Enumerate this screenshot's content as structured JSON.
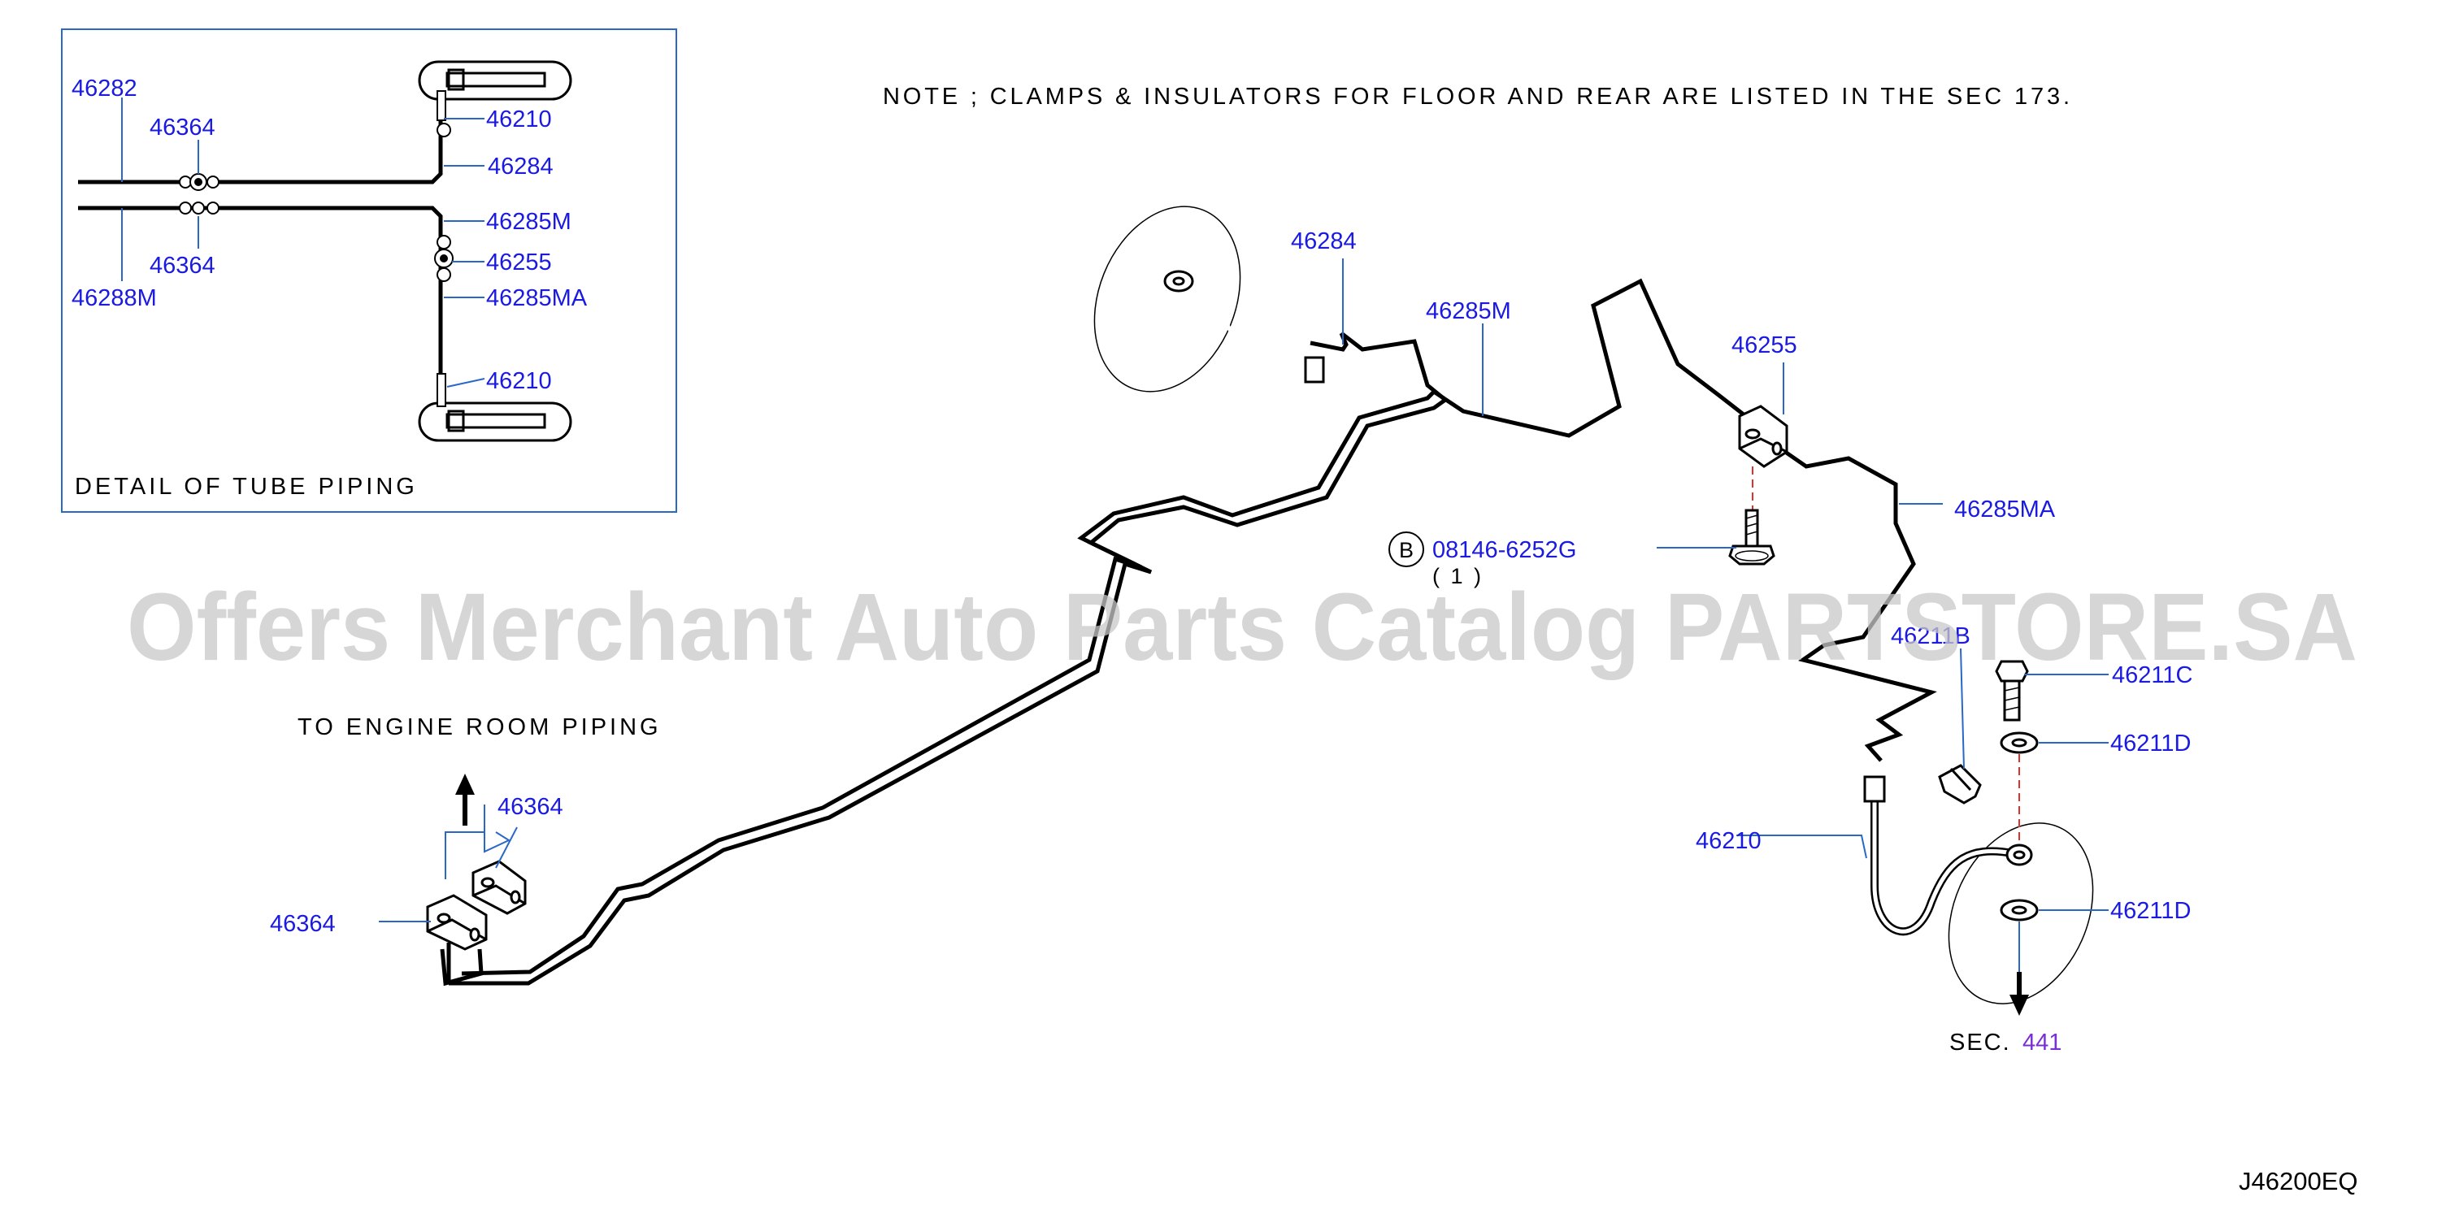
{
  "note": "NOTE ; CLAMPS & INSULATORS FOR FLOOR AND REAR ARE LISTED IN THE SEC 173.",
  "detail": {
    "caption": "DETAIL OF TUBE PIPING",
    "labels": [
      "46282",
      "46364",
      "46210",
      "46284",
      "46364",
      "46285M",
      "46255",
      "46288M",
      "46285MA",
      "46210"
    ]
  },
  "main": {
    "to_engine": "TO ENGINE ROOM PIPING",
    "labels": {
      "p46284": "46284",
      "p46285M": "46285M",
      "p46255": "46255",
      "p46285MA": "46285MA",
      "bolt_circle": "B",
      "bolt_part": "08146-6252G",
      "bolt_qty": "( 1 )",
      "p46211B": "46211B",
      "p46211C": "46211C",
      "p46211D_top": "46211D",
      "p46210": "46210",
      "p46211D_bottom": "46211D",
      "p46364_upper": "46364",
      "p46364_lower": "46364",
      "sec_prefix": "SEC.",
      "sec_number": "441"
    }
  },
  "code": "J46200EQ",
  "watermark": "Offers Merchant Auto Parts Catalog PARTSTORE.SA",
  "colors": {
    "part_number": "#1a1ae0",
    "leader": "#2a68c8",
    "sec_link": "#7a2fd6",
    "guide_line": "#e03030"
  }
}
